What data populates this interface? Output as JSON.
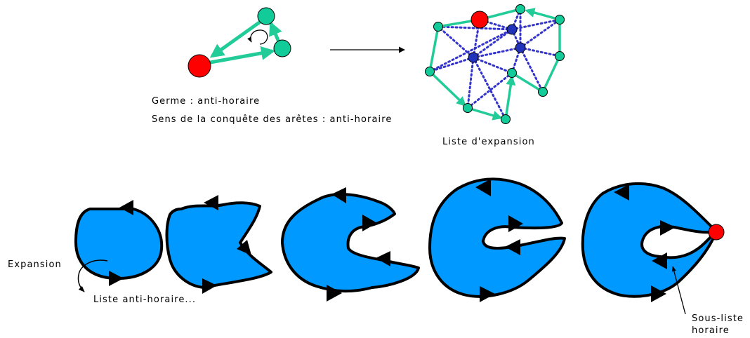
{
  "labels": {
    "germ": "Germe : anti-horaire",
    "edge_direction": "Sens de la conquête des arêtes : anti-horaire",
    "expansion_list": "Liste d'expansion",
    "expansion": "Expansion",
    "ccw_list": "Liste anti-horaire...",
    "sublist_line1": "Sous-liste",
    "sublist_line2": "horaire"
  },
  "colors": {
    "germ_vertex": "#ff0000",
    "vertex": "#11cc99",
    "inner_vertex": "#2233bb",
    "conquered_edge": "#22cc99",
    "dotted_edge": "#3333cc",
    "region_fill": "#0099ff",
    "outline": "#000000"
  },
  "steps": [
    {
      "name": "step-1"
    },
    {
      "name": "step-2"
    },
    {
      "name": "step-3"
    },
    {
      "name": "step-4"
    },
    {
      "name": "step-5"
    }
  ]
}
